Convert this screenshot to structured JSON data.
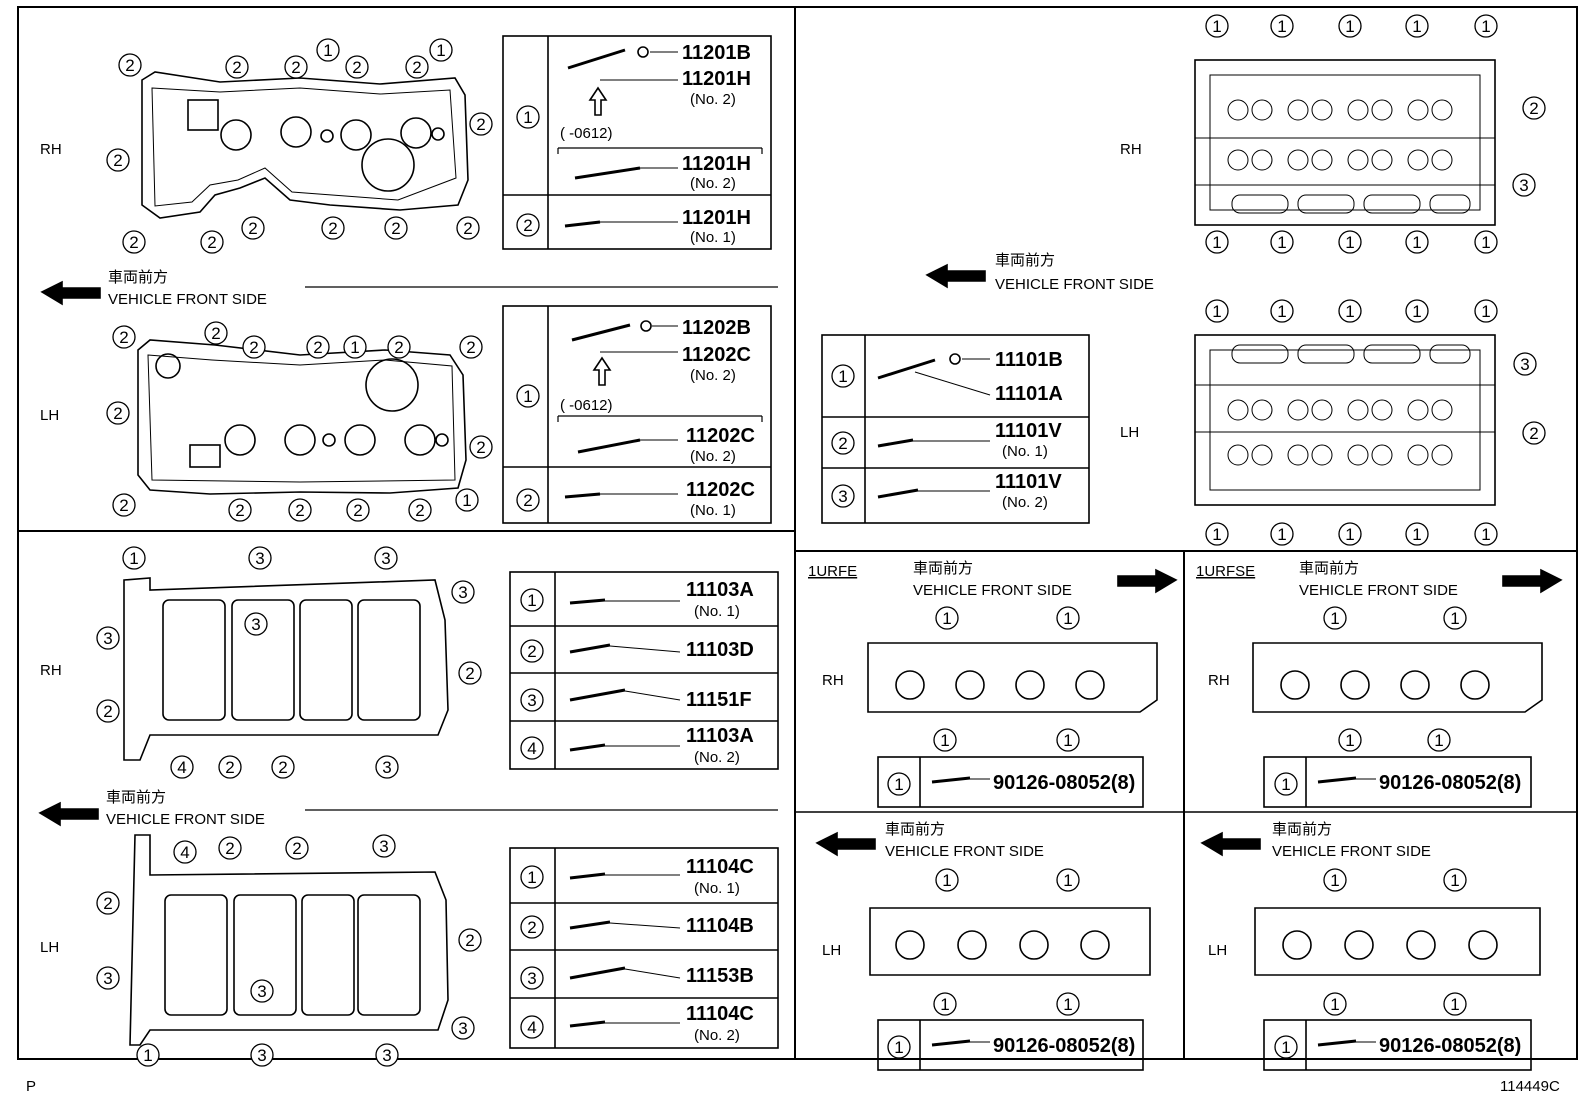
{
  "labels": {
    "rh": "RH",
    "lh": "LH",
    "front_jp": "車両前方",
    "front_en": "VEHICLE FRONT SIDE"
  },
  "engines": {
    "urfe": "1URFE",
    "urfse": "1URFSE"
  },
  "footer": {
    "left": "P",
    "right": "114449C"
  },
  "tables": {
    "rh_cover": {
      "r1": {
        "a": "11201B",
        "b": "11201H",
        "b_sub": "(No. 2)",
        "range": "(        -0612)",
        "c": "11201H",
        "c_sub": "(No. 2)"
      },
      "r2": {
        "a": "11201H",
        "a_sub": "(No. 1)"
      }
    },
    "lh_cover": {
      "r1": {
        "a": "11202B",
        "b": "11202C",
        "b_sub": "(No. 2)",
        "range": "(        -0612)",
        "c": "11202C",
        "c_sub": "(No. 2)"
      },
      "r2": {
        "a": "11202C",
        "a_sub": "(No. 1)"
      }
    },
    "head": {
      "r1": {
        "a": "11101B",
        "b": "11101A"
      },
      "r2": {
        "a": "11101V",
        "a_sub": "(No. 1)"
      },
      "r3": {
        "a": "11101V",
        "a_sub": "(No. 2)"
      }
    },
    "rh_case": [
      {
        "a": "11103A",
        "sub": "(No. 1)"
      },
      {
        "a": "11103D",
        "sub": ""
      },
      {
        "a": "11151F",
        "sub": ""
      },
      {
        "a": "11103A",
        "sub": "(No. 2)"
      }
    ],
    "lh_case": [
      {
        "a": "11104C",
        "sub": "(No. 1)"
      },
      {
        "a": "11104B",
        "sub": ""
      },
      {
        "a": "11153B",
        "sub": ""
      },
      {
        "a": "11104C",
        "sub": "(No. 2)"
      }
    ],
    "stud": "90126-08052(8)"
  },
  "callouts": {
    "n1": "1",
    "n2": "2",
    "n3": "3",
    "n4": "4"
  }
}
